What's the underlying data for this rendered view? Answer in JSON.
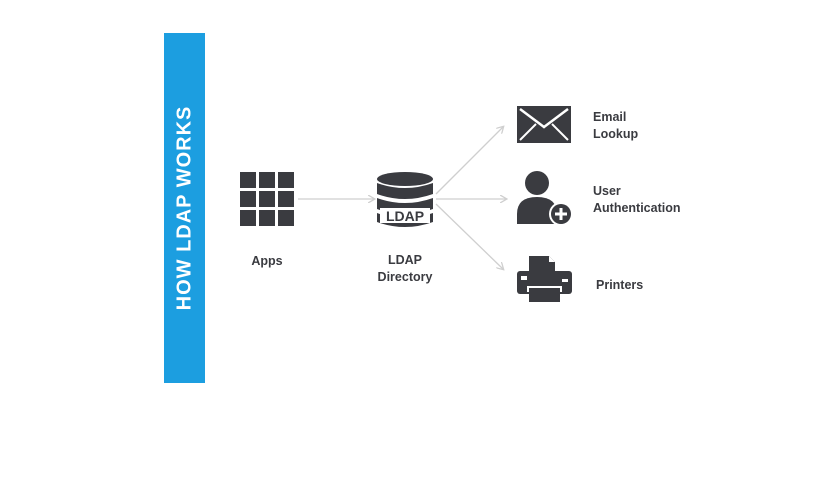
{
  "banner": {
    "title": "HOW LDAP WORKS"
  },
  "colors": {
    "accent": "#1c9ee0",
    "icon": "#3a3b40",
    "arrow": "#cfcfcf",
    "text": "#3a3b40"
  },
  "nodes": {
    "apps": {
      "label": "Apps",
      "icon": "grid-icon"
    },
    "ldap": {
      "label_line1": "LDAP",
      "label_line2": "Directory",
      "icon_text": "LDAP",
      "icon": "database-icon"
    },
    "email": {
      "label_line1": "Email",
      "label_line2": "Lookup",
      "icon": "envelope-icon"
    },
    "auth": {
      "label_line1": "User",
      "label_line2": "Authentication",
      "icon": "user-add-icon"
    },
    "printers": {
      "label": "Printers",
      "icon": "printer-icon"
    }
  }
}
